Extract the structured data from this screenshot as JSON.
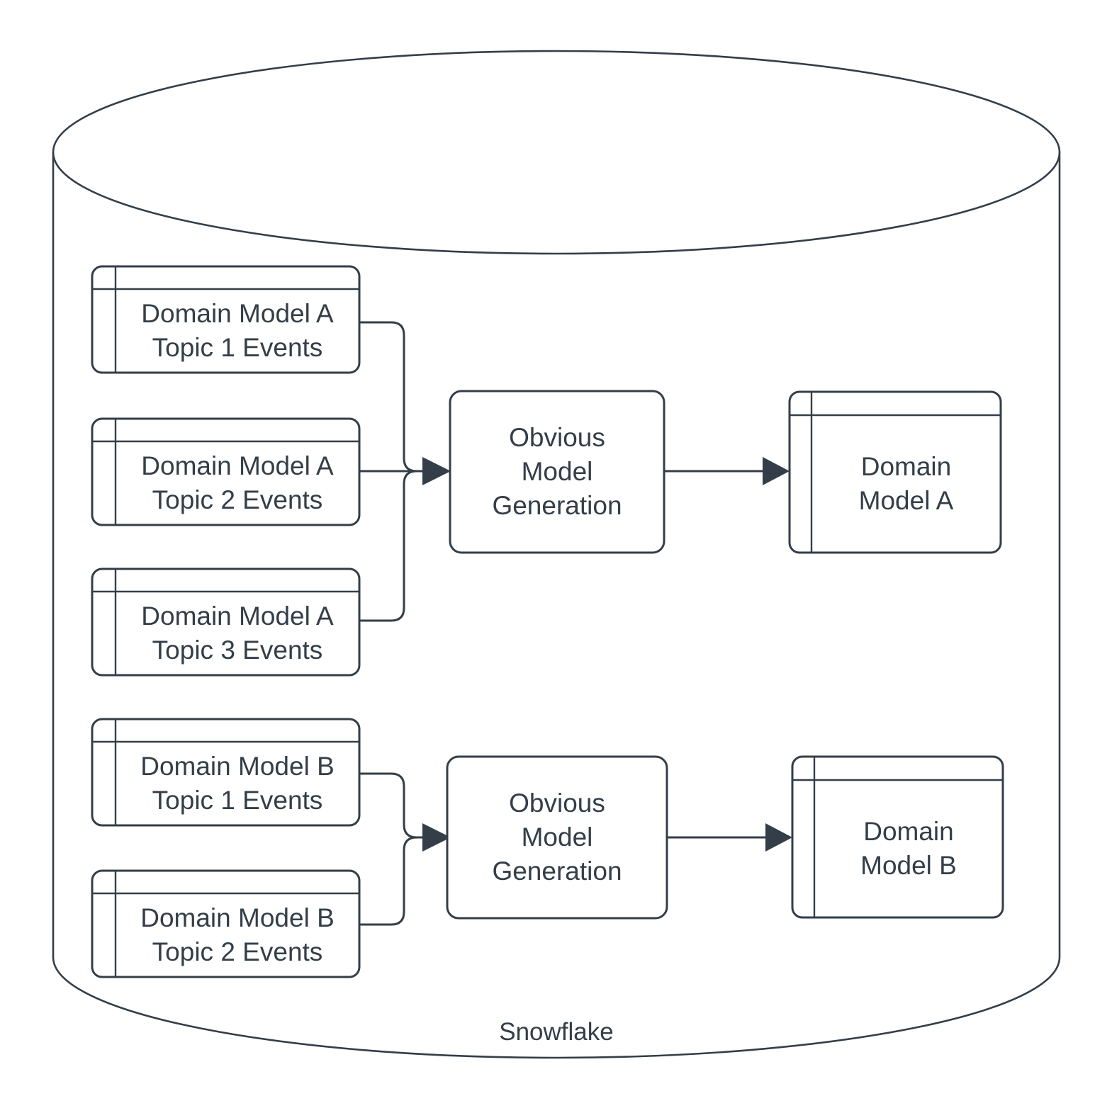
{
  "diagram": {
    "title": "Snowflake",
    "container": {
      "name": "Snowflake",
      "label": "Snowflake",
      "shape": "cylinder"
    },
    "colors": {
      "stroke": "#333E48",
      "text": "#333E48",
      "fill": "#ffffff",
      "background": "#ffffff"
    },
    "groups": [
      {
        "id": "group-a",
        "sources": [
          {
            "id": "a-topic-1",
            "label": "Domain Model A\nTopic 1 Events",
            "shape": "table"
          },
          {
            "id": "a-topic-2",
            "label": "Domain Model A\nTopic 2 Events",
            "shape": "table"
          },
          {
            "id": "a-topic-3",
            "label": "Domain Model A\nTopic 3 Events",
            "shape": "table"
          }
        ],
        "process": {
          "id": "a-process",
          "label": "Obvious\nModel\nGeneration",
          "shape": "rounded-rect"
        },
        "output": {
          "id": "a-output",
          "label": "Domain\nModel A",
          "shape": "table"
        }
      },
      {
        "id": "group-b",
        "sources": [
          {
            "id": "b-topic-1",
            "label": "Domain Model B\nTopic 1 Events",
            "shape": "table"
          },
          {
            "id": "b-topic-2",
            "label": "Domain Model B\nTopic 2 Events",
            "shape": "table"
          }
        ],
        "process": {
          "id": "b-process",
          "label": "Obvious\nModel\nGeneration",
          "shape": "rounded-rect"
        },
        "output": {
          "id": "b-output",
          "label": "Domain\nModel B",
          "shape": "table"
        }
      }
    ]
  }
}
